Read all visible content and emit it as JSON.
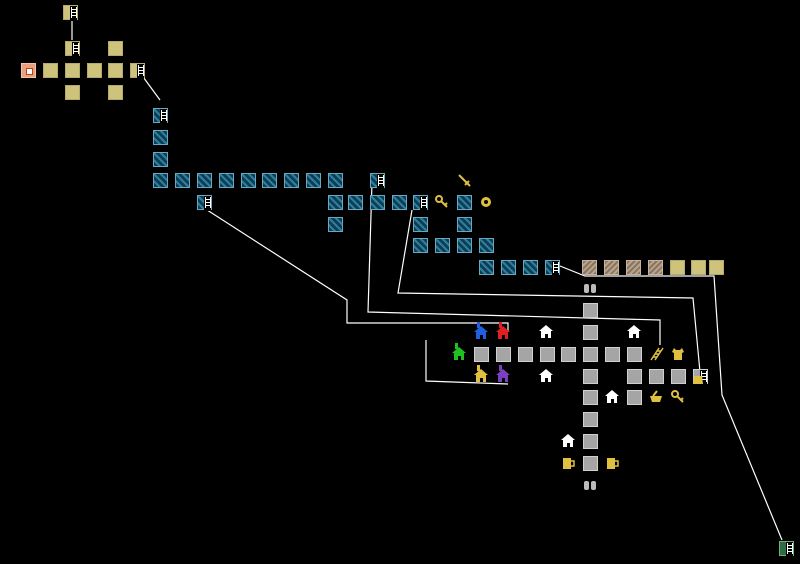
{
  "map": {
    "title": "",
    "colors": {
      "background": "#000000",
      "yellow_room": "#cdc37c",
      "blue_room": "#1b5e7a",
      "gray_room": "#a5a5a5",
      "brown_room": "#a08b74",
      "green_room": "#2f6b45",
      "current_room": "#e9a07d",
      "connector": "#ffffff",
      "shop_yellow": "#e0c040",
      "church_blue": "#2060e0",
      "church_red": "#e02020",
      "church_green": "#20c020",
      "church_purple": "#7a40c0"
    },
    "legend": {
      "room_types": [
        "current-room",
        "yellow-area",
        "blue-area",
        "gray-town",
        "brown-area",
        "green-area"
      ],
      "markers": [
        "ladder-icon",
        "house-icon",
        "church-icon",
        "sword-icon",
        "key-icon",
        "gear-icon",
        "mug-icon",
        "pot-icon",
        "binoculars-icon",
        "tunic-icon"
      ]
    }
  }
}
